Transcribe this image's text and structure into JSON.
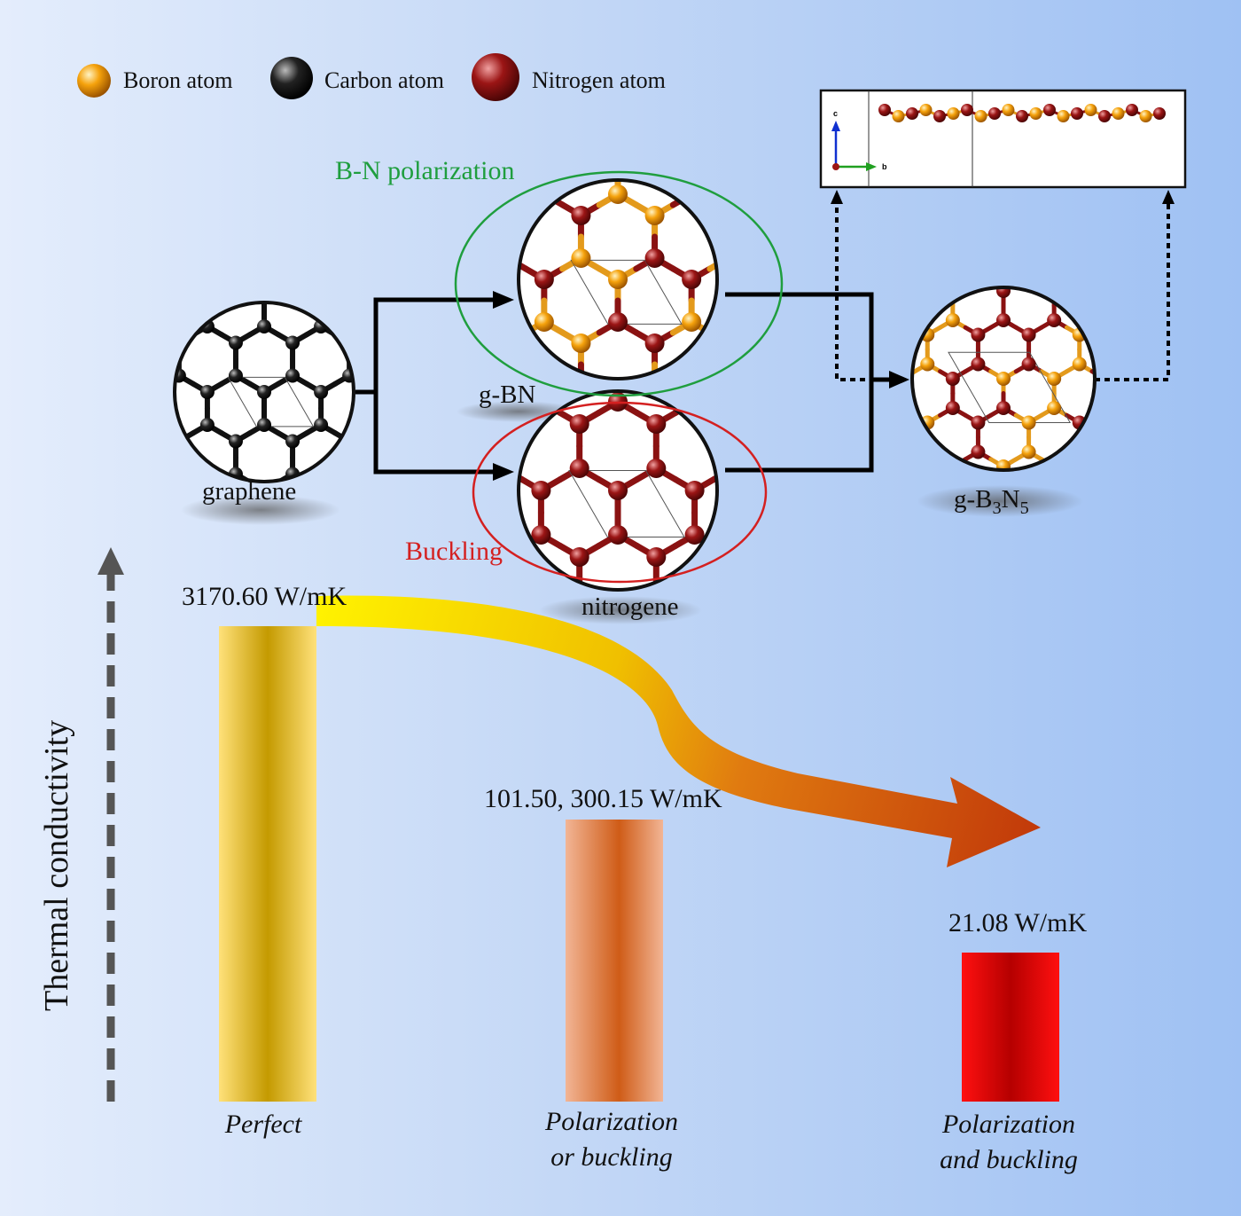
{
  "legend": [
    {
      "label": "Boron atom",
      "color": "#f5a20c"
    },
    {
      "label": "Carbon atom",
      "color": "#222222"
    },
    {
      "label": "Nitrogen atom",
      "color": "#9b1515"
    }
  ],
  "structures": {
    "graphene": "graphene",
    "gbn": "g-BN",
    "nitrogene": "nitrogene",
    "gb3n5_prefix": "g-B",
    "gb3n5_sub1": "3",
    "gb3n5_mid": "N",
    "gb3n5_sub2": "5"
  },
  "annotations": {
    "polarization": "B-N polarization",
    "buckling": "Buckling"
  },
  "side_view_axes": {
    "c": "c",
    "b": "b"
  },
  "y_axis_label": "Thermal conductivity",
  "chart_data": {
    "type": "bar",
    "categories": [
      "Perfect",
      "Polarization or buckling",
      "Polarization and buckling"
    ],
    "value_labels": [
      "3170.60 W/mK",
      "101.50, 300.15 W/mK",
      "21.08 W/mK"
    ],
    "values": [
      3170.6,
      300.15,
      21.08
    ],
    "category_lines": [
      [
        "Perfect"
      ],
      [
        "Polarization",
        "or buckling"
      ],
      [
        "Polarization",
        "and buckling"
      ]
    ],
    "colors": [
      "#c9a00a",
      "#d2691e",
      "#e00000"
    ]
  }
}
